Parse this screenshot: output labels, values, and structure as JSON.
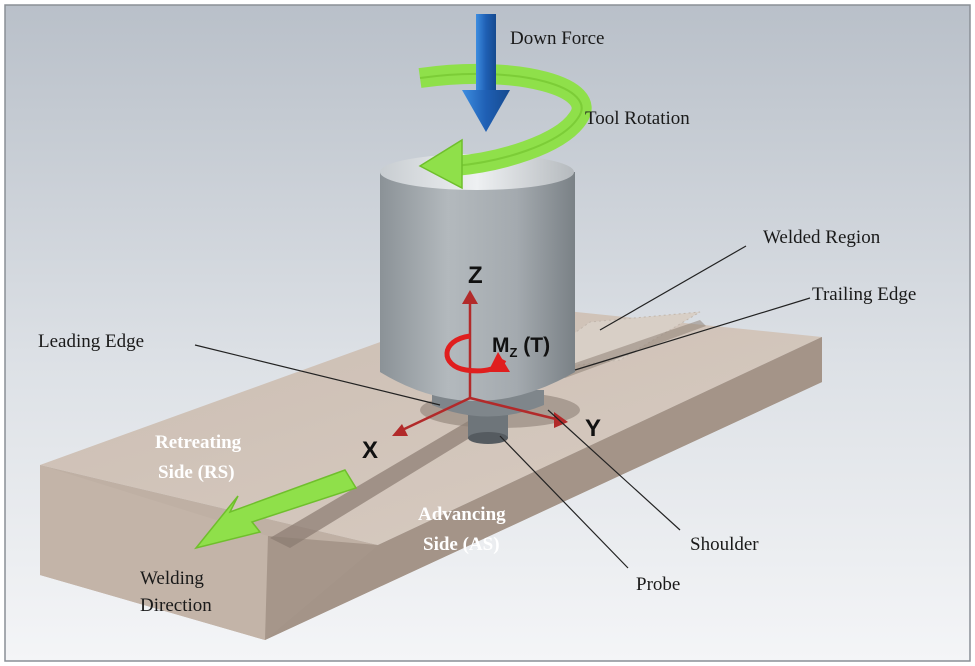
{
  "labels": {
    "down_force": "Down Force",
    "tool_rotation": "Tool Rotation",
    "welded_region": "Welded Region",
    "trailing_edge": "Trailing Edge",
    "leading_edge": "Leading Edge",
    "retreating_line1": "Retreating",
    "retreating_line2": "Side (RS)",
    "advancing_line1": "Advancing",
    "advancing_line2": "Side (AS)",
    "shoulder": "Shoulder",
    "probe": "Probe",
    "welding_direction_line1": "Welding",
    "welding_direction_line2": "Direction"
  },
  "axes": {
    "x": "X",
    "y": "Y",
    "z": "Z",
    "moment_main": "M",
    "moment_sub": "Z",
    "moment_suffix": " (T)"
  },
  "colors": {
    "force_arrow": "#1f5fb4",
    "rotation_arrow": "#8fe04a",
    "axis_arrows": "#b22a2a",
    "moment_arrow": "#e01e1e",
    "plate": "#c9bbb0",
    "tool": "#9aa2a8",
    "welding_arrow": "#8fe04a"
  },
  "icons": [
    "down-force-arrow-icon",
    "tool-rotation-arrow-icon",
    "welding-direction-arrow-icon",
    "moment-arrow-icon"
  ]
}
